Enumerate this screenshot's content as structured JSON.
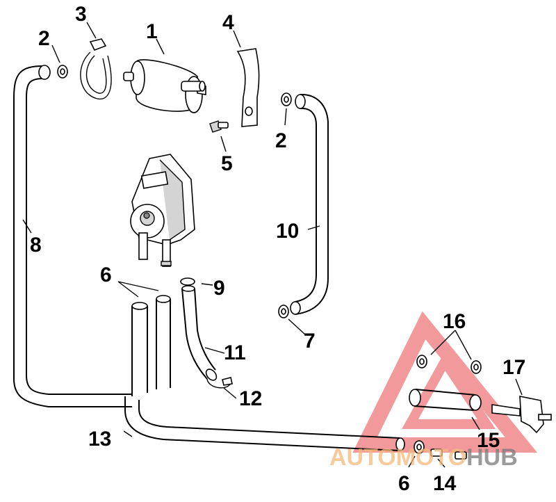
{
  "diagram": {
    "callouts": [
      {
        "id": "1",
        "label": "1"
      },
      {
        "id": "2a",
        "label": "2"
      },
      {
        "id": "2b",
        "label": "2"
      },
      {
        "id": "3",
        "label": "3"
      },
      {
        "id": "4",
        "label": "4"
      },
      {
        "id": "5",
        "label": "5"
      },
      {
        "id": "6a",
        "label": "6"
      },
      {
        "id": "6b",
        "label": "6"
      },
      {
        "id": "7",
        "label": "7"
      },
      {
        "id": "8",
        "label": "8"
      },
      {
        "id": "9",
        "label": "9"
      },
      {
        "id": "10",
        "label": "10"
      },
      {
        "id": "11",
        "label": "11"
      },
      {
        "id": "12",
        "label": "12"
      },
      {
        "id": "13",
        "label": "13"
      },
      {
        "id": "14",
        "label": "14"
      },
      {
        "id": "15",
        "label": "15"
      },
      {
        "id": "16",
        "label": "16"
      },
      {
        "id": "17",
        "label": "17"
      }
    ]
  },
  "watermark": {
    "text_auto": "AUTO",
    "text_moto": "MOTO",
    "text_hub": "HUB",
    "color_triangle": "#e8474c",
    "color_auto": "#f5b97a",
    "color_hub": "#7a7a7a"
  }
}
